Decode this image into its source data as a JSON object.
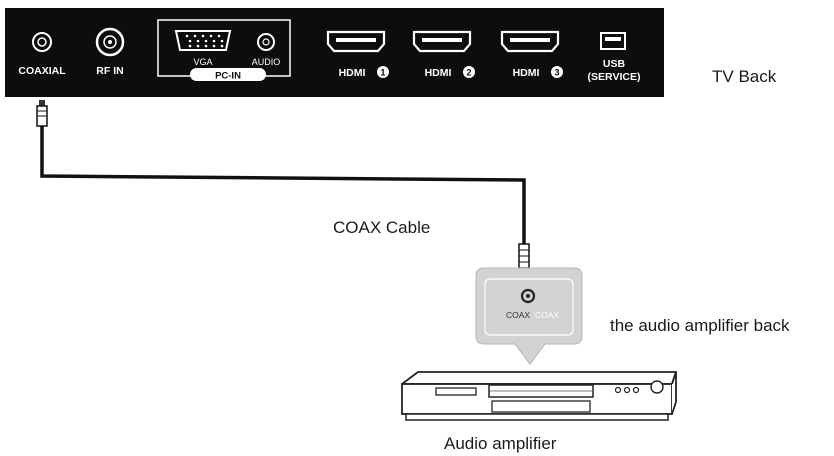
{
  "tv_panel": {
    "ports": {
      "coaxial": "COAXIAL",
      "rf_in": "RF IN",
      "vga": "VGA",
      "audio": "AUDIO",
      "pc_in": "PC-IN",
      "hdmi_1": "HDMI",
      "hdmi_1_num": "1",
      "hdmi_2": "HDMI",
      "hdmi_2_num": "2",
      "hdmi_3": "HDMI",
      "hdmi_3_num": "3",
      "usb": "USB",
      "usb_service": "(SERVICE)"
    }
  },
  "labels": {
    "tv_back": "TV Back",
    "coax_cable": "COAX Cable",
    "amp_back": "the audio amplifier back",
    "amplifier": "Audio amplifier",
    "callout_port": "COAX"
  },
  "colors": {
    "panel": "#0d0d0d",
    "callout": "#d2d2d2",
    "cable": "#111111"
  }
}
